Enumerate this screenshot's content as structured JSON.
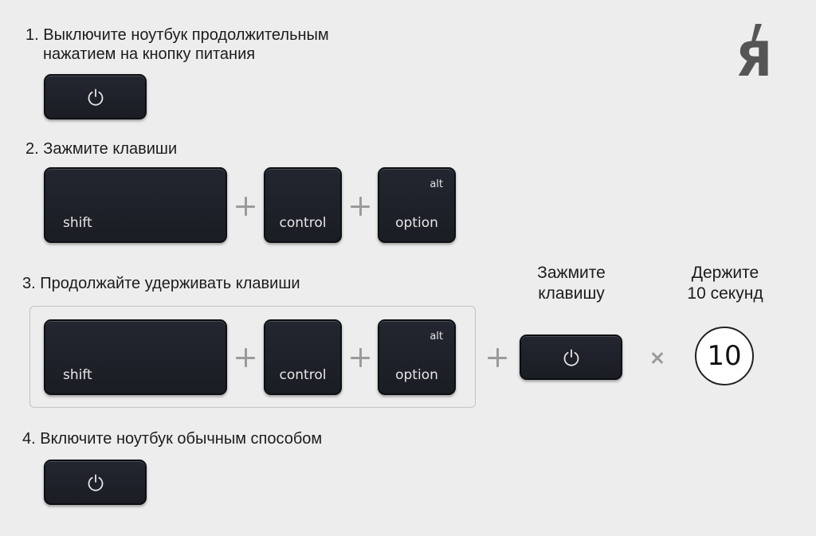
{
  "logo": {
    "letter": "Я"
  },
  "steps": {
    "step1": {
      "line1": "1. Выключите ноутбук продолжительным",
      "line2": "нажатием на кнопку питания"
    },
    "step2": {
      "text": "2. Зажмите клавиши"
    },
    "step3": {
      "text": "3. Продолжайте удерживать клавиши"
    },
    "step4": {
      "text": "4. Включите ноутбук обычным способом"
    }
  },
  "keys": {
    "shift": "shift",
    "control": "control",
    "option": "option",
    "alt": "alt"
  },
  "columns": {
    "press": {
      "line1": "Зажмите",
      "line2": "клавишу"
    },
    "hold": {
      "line1": "Держите",
      "line2": "10 секунд"
    }
  },
  "timer": {
    "value": "10"
  },
  "colors": {
    "background": "#ededed",
    "key": "#1f2128",
    "key_text": "#e6e6e6",
    "symbol": "#9a9a9a",
    "logo": "#555555"
  },
  "icons": {
    "power": "power-icon",
    "plus": "plus-icon",
    "times": "times-icon",
    "logo": "ya-logo"
  }
}
